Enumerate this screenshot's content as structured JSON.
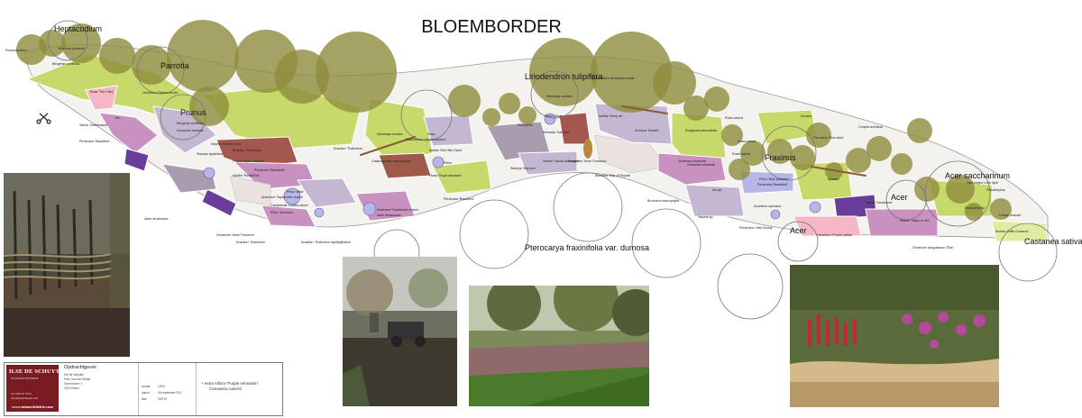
{
  "title": "BLOEMBORDER",
  "colors": {
    "tree_canopy": "#8f8c3c",
    "lime": "#c7d96a",
    "pale_lime": "#e0ec9f",
    "mauve": "#c891bf",
    "lilac": "#c4b7d2",
    "slate": "#a99cae",
    "brown_red": "#a3574f",
    "rust": "#9f5a4a",
    "purple": "#6a3d9a",
    "periwinkle": "#b6b7e8",
    "pink": "#f5b7c5",
    "beige": "#eae2e0",
    "dark_plum": "#7a5a7a",
    "brand_red": "#7a1a21"
  },
  "tree_labels": [
    "Heptacodium",
    "Parrotia",
    "Prunus",
    "Liriodendron tulipifera",
    "Fraxinus",
    "Acer saccharinum",
    "Acer",
    "Acer",
    "Castanea sativa",
    "Pterocarya fraxinifolia var. dumosa"
  ],
  "plant_labels": [
    "Rhododendron",
    "Viburnum plicatum",
    "Bergenia cordifolia",
    "Rosa 'The Fairy'",
    "Heuchera 'Palace purple'",
    "Bergenia cordifolia",
    "Iris",
    "Salvia 'Ostfriesland'",
    "Geranium rozanne",
    "Nepeta 'Walker's low'",
    "Persicaria 'Blackfield'",
    "Knautia+ Thalictrum",
    "Stachys byzantina",
    "Nepeta 'Walker's low'",
    "Salvia 'Ostfriesland'",
    "Aster divaricatus",
    "Geranium 'Anne Thomson'",
    "Knautia+ Thalictrum",
    "Physocarpus 'Diabolo'",
    "Persicaria 'Blackfield'",
    "Astilbe 'Rock&Roll'",
    "Phlox 'Alba'",
    "Anemone 'September charm'",
    "Campanula 'Loddon Anna'",
    "Phlox 'Duchess'",
    "Anemone 'September charm'",
    "Aster divaricatus",
    "Knautia+ Thalictrum aquilegifolium",
    "Knautia+ Thalictrum",
    "Macleaya cordata",
    "Calamagrostis brachytricha",
    "Polystichum 'Herrenhausen'",
    "Rosa",
    "Astilbe 'Elis Hills Giant'",
    "Phlox",
    "Hosta 'Royal standard'",
    "Persicaria 'Blackfield'",
    "Stachys 'Big ears'",
    "Phlox 'Alba'",
    "Euonymus",
    "Monarda 'Kardinal'",
    "Geranium 'Anne Thomson'",
    "Sedum 'Vosde Aubergine'",
    "Astrantia 'Star of Royals'",
    "Rosa 'Paul's Himalayan musk'",
    "Macleaya cordata",
    "Astilbe 'Hoop art'",
    "Aruncus 'Horatio'",
    "Rodgersia aesculifolia",
    "Brunnera macrophylla",
    "Geranium endressii",
    "Rosa canina",
    "Rosa canina",
    "Rosa canina",
    "Geranium endressii",
    "Iris sib",
    "Nepeta sp.",
    "Persicaria 'Blackfield'",
    "Phlox 'Blue paradise'",
    "Acanthus spinosus",
    "Heuchera 'Purple palace'",
    "Persicaria 'Little Bunny'",
    "Deutzia",
    "Perovskia 'Red robin'",
    "Corylus avellana",
    "Spiraea",
    "Salvia 'Caradonna'",
    "Astilbe 'Vision in red'",
    "Hydrangea 'Lime light'",
    "Philadelphus",
    "Deschampsia",
    "Liriope muscari",
    "Molinia 'Edith Dudszus'",
    "Geranium sanguineum 'Elke'"
  ],
  "title_block": {
    "logo_title": "ILSE DE SCHUYTER",
    "logo_sub": "TUINONTWERPEN",
    "logo_tel": "Tel. 0485 43 79 65",
    "logo_mail": "info@tuinarchitekte.com",
    "logo_url": "www.tuinarchitekte.com",
    "client_heading": "Opdrachtgever:",
    "client_lines": [
      "Hof ter Weyden",
      "Fam. Van den Bergh",
      "Groenhoeve 1",
      "2910 Essen"
    ],
    "meta": [
      {
        "key": "schaal",
        "value": "1/100"
      },
      {
        "key": "datum",
        "value": "28 september 2017"
      },
      {
        "key": "fase",
        "value": "ONTW"
      }
    ],
    "extra_line1": "+ extra Allium 'Purple sensation'",
    "extra_line2": "Camassia cusickii"
  },
  "photos": [
    {
      "name": "willow-fence-photo"
    },
    {
      "name": "wheelbarrow-photo"
    },
    {
      "name": "lawn-border-photo"
    },
    {
      "name": "flowering-border-photo"
    }
  ]
}
